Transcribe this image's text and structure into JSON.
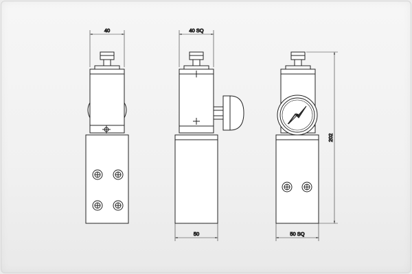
{
  "colors": {
    "background": "#ececec",
    "body_fill": "#ffffff",
    "line": "#222222",
    "dimension": "#333333"
  },
  "views": {
    "side": {
      "top_dimension": "40"
    },
    "front": {
      "top_dimension": "40 SQ",
      "bottom_dimension": "50"
    },
    "rear": {
      "bottom_dimension": "50 SQ",
      "height_dimension": "202"
    }
  }
}
